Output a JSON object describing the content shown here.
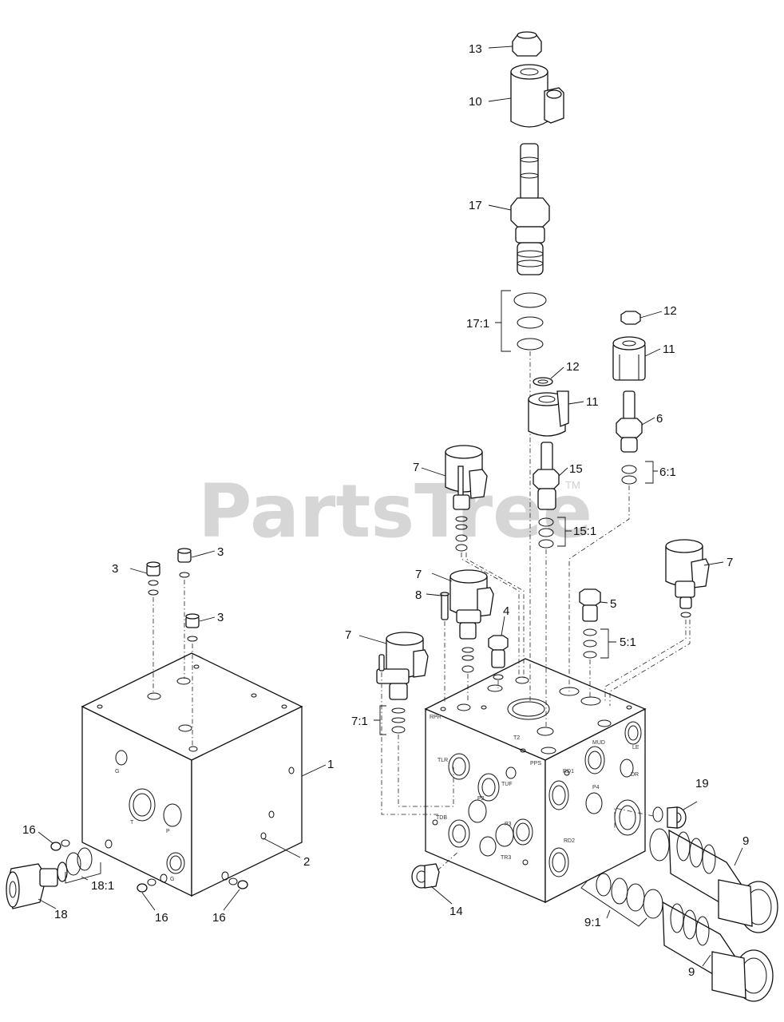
{
  "watermark": {
    "text": "PartsTree",
    "trademark": "TM"
  },
  "callouts": {
    "c1": "1",
    "c2": "2",
    "c3a": "3",
    "c3b": "3",
    "c3c": "3",
    "c4": "4",
    "c5": "5",
    "c5_1": "5:1",
    "c6": "6",
    "c6_1": "6:1",
    "c7a": "7",
    "c7b": "7",
    "c7c": "7",
    "c7d": "7",
    "c7_1": "7:1",
    "c8": "8",
    "c9a": "9",
    "c9b": "9",
    "c9_1": "9:1",
    "c10": "10",
    "c11a": "11",
    "c11b": "11",
    "c12a": "12",
    "c12b": "12",
    "c13": "13",
    "c14": "14",
    "c15": "15",
    "c15_1": "15:1",
    "c16a": "16",
    "c16b": "16",
    "c16c": "16",
    "c17": "17",
    "c17_1": "17:1",
    "c18": "18",
    "c18_1": "18:1",
    "c19": "19"
  },
  "port_labels": {
    "left_block": {
      "p1": "G",
      "p2": "T",
      "p3": "P",
      "p4": "G"
    },
    "right_block": {
      "tlr": "TLR",
      "tuf": "TUF",
      "tdb": "TDB",
      "tr3": "TR3",
      "p2": "P2",
      "p3": "P3",
      "rd1": "RD1",
      "rd2": "RD2",
      "p4": "P4",
      "mud": "MUD",
      "dr": "DR",
      "le": "LE",
      "rpr": "RPR",
      "t2": "T2",
      "pps": "PPS"
    }
  }
}
